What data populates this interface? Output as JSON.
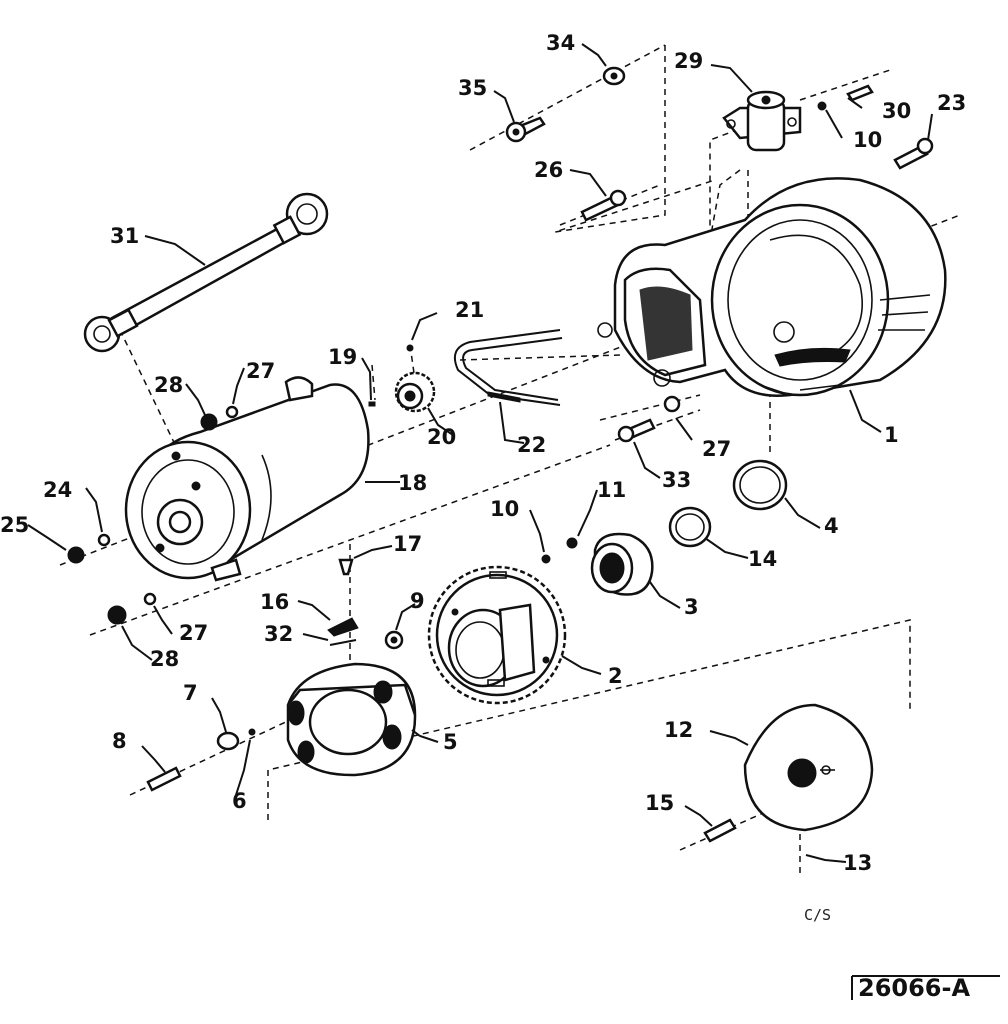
{
  "callouts": {
    "c1": "1",
    "c2": "2",
    "c3": "3",
    "c4": "4",
    "c5": "5",
    "c6": "6",
    "c7": "7",
    "c8": "8",
    "c9": "9",
    "c10a": "10",
    "c10b": "10",
    "c11": "11",
    "c12": "12",
    "c13": "13",
    "c14": "14",
    "c15": "15",
    "c16": "16",
    "c17": "17",
    "c18": "18",
    "c19": "19",
    "c20": "20",
    "c21": "21",
    "c22": "22",
    "c23": "23",
    "c24": "24",
    "c25": "25",
    "c26": "26",
    "c27a": "27",
    "c27b": "27",
    "c27c": "27",
    "c28a": "28",
    "c28b": "28",
    "c29": "29",
    "c30": "30",
    "c31": "31",
    "c32": "32",
    "c33": "33",
    "c34": "34",
    "c35": "35"
  },
  "note": "C/S",
  "reference": "26066-A"
}
